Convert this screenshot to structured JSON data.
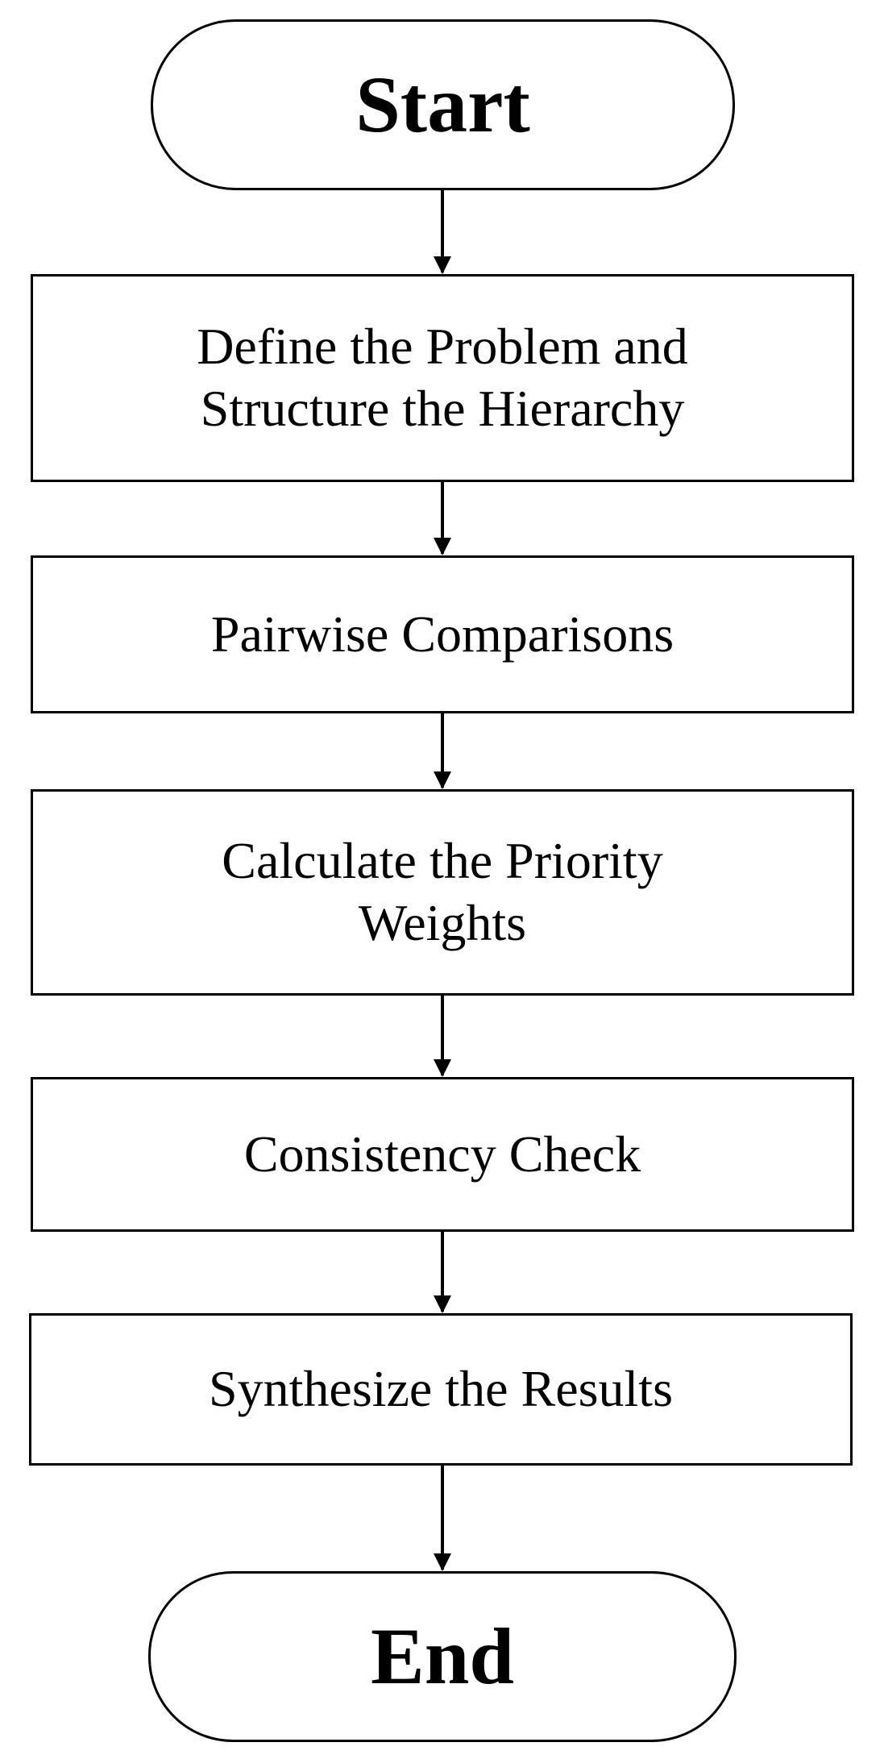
{
  "flowchart": {
    "start": {
      "label": "Start"
    },
    "steps": [
      {
        "label": "Define the Problem and Structure the Hierarchy"
      },
      {
        "label": "Pairwise Comparisons"
      },
      {
        "label": "Calculate the Priority Weights"
      },
      {
        "label": "Consistency Check"
      },
      {
        "label": "Synthesize the Results"
      }
    ],
    "end": {
      "label": "End"
    }
  }
}
